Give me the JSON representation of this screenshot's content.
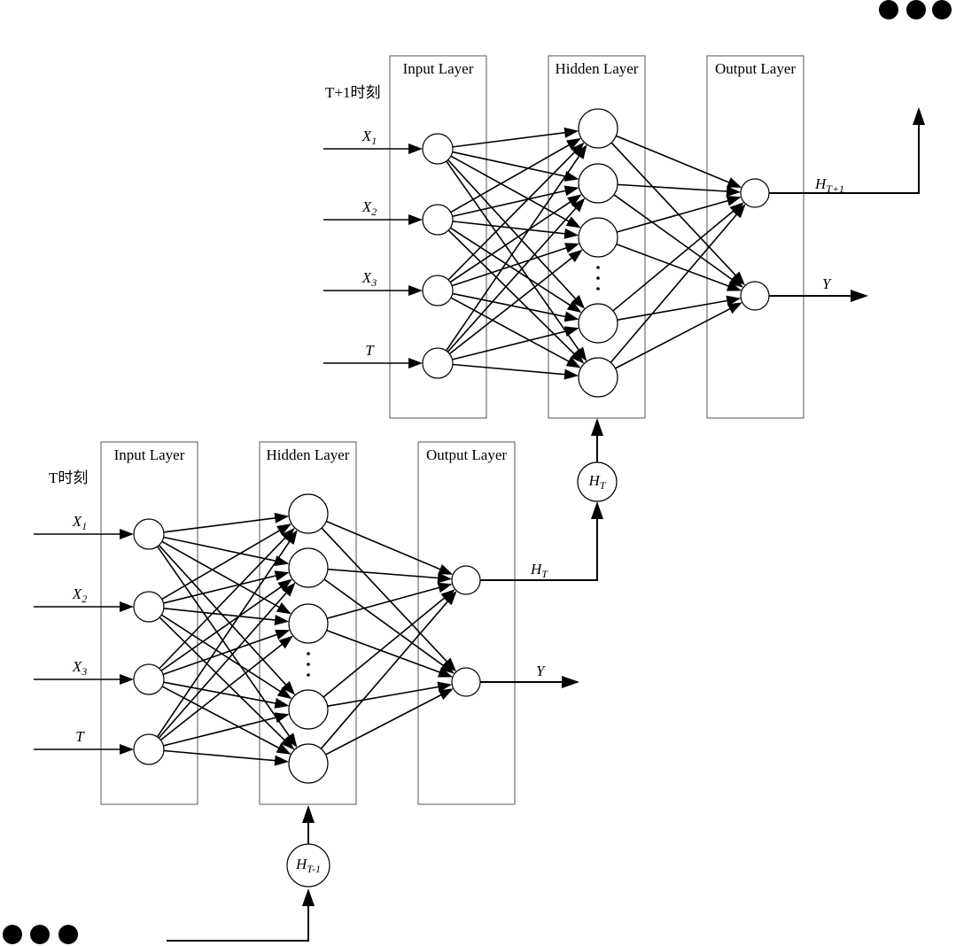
{
  "layers": {
    "input": "Input Layer",
    "hidden": "Hidden Layer",
    "output": "Output Layer"
  },
  "time_labels": {
    "next_time": "T+1时刻",
    "current_time": "T时刻"
  },
  "inputs": [
    {
      "base": "X",
      "sub": "1"
    },
    {
      "base": "X",
      "sub": "2"
    },
    {
      "base": "X",
      "sub": "3"
    },
    {
      "base": "T",
      "sub": ""
    }
  ],
  "hidden_ellipsis": "⋮",
  "outputs": {
    "state_next": {
      "base": "H",
      "sub": "T+1"
    },
    "state_current": {
      "base": "H",
      "sub": "T"
    },
    "y": "Y"
  },
  "state_nodes": {
    "h_t": {
      "base": "H",
      "sub": "T"
    },
    "h_t_minus_1": {
      "base": "H",
      "sub": "T-1"
    }
  },
  "continuation": [
    "•",
    "•",
    "•"
  ]
}
